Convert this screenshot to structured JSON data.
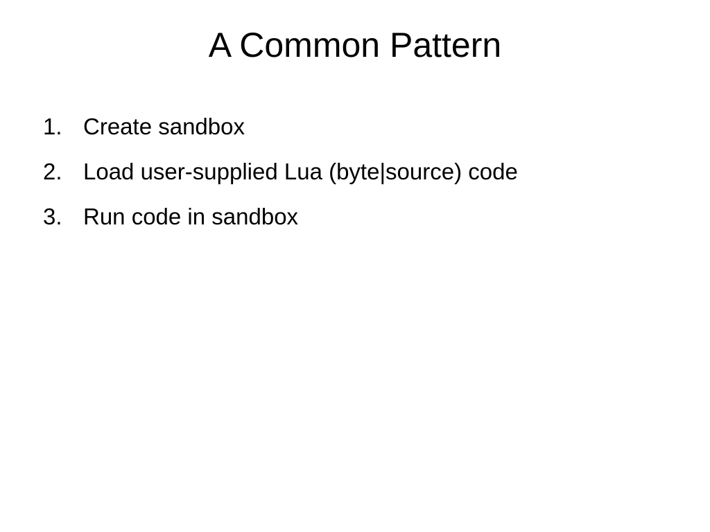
{
  "slide": {
    "title": "A Common Pattern",
    "items": [
      {
        "number": "1.",
        "text": "Create sandbox"
      },
      {
        "number": "2.",
        "text": "Load user-supplied Lua (byte|source) code"
      },
      {
        "number": "3.",
        "text": "Run code in sandbox"
      }
    ]
  },
  "colors": {
    "background": "#ffffff",
    "text": "#000000"
  }
}
